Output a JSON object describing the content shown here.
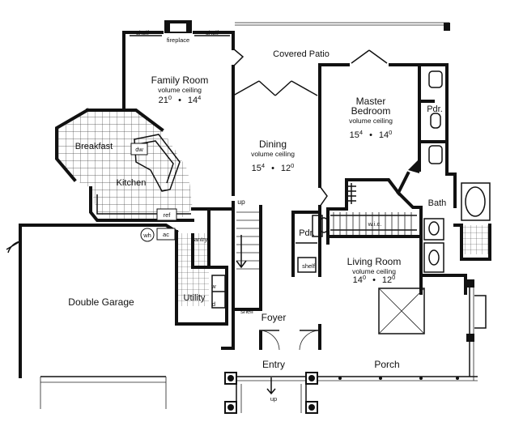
{
  "rooms": {
    "covered_patio": "Covered Patio",
    "fireplace": "fireplace",
    "shelf_left": "shelf",
    "shelf_right": "shelf",
    "family_room": {
      "name": "Family Room",
      "ceiling": "volume ceiling",
      "dim_a": "21",
      "dim_a_sup": "0",
      "dim_b": "14",
      "dim_b_sup": "4"
    },
    "master_bedroom": {
      "name_line1": "Master",
      "name_line2": "Bedroom",
      "ceiling": "volume ceiling",
      "dim_a": "15",
      "dim_a_sup": "4",
      "dim_b": "14",
      "dim_b_sup": "0"
    },
    "pdr_upper": "Pdr.",
    "dining": {
      "name": "Dining",
      "ceiling": "volume ceiling",
      "dim_a": "15",
      "dim_a_sup": "4",
      "dim_b": "12",
      "dim_b_sup": "0"
    },
    "breakfast": "Breakfast",
    "dw": "dw",
    "kitchen": "Kitchen",
    "bath": "Bath",
    "wic": "w.i.c.",
    "ref": "ref",
    "wh": "wh",
    "ac": "ac",
    "pantry": "pantry",
    "up_stair": "up",
    "pdr_lower": "Pdr.",
    "shelf_mid": "shelf",
    "living_room": {
      "name": "Living Room",
      "ceiling": "volume ceiling",
      "dim_a": "14",
      "dim_a_sup": "0",
      "dim_b": "12",
      "dim_b_sup": "0"
    },
    "double_garage": "Double Garage",
    "utility": "Utility",
    "w": "w",
    "d": "d",
    "shelf_foyer": "shelf",
    "foyer": "Foyer",
    "entry": "Entry",
    "porch": "Porch",
    "up_entry": "up",
    "separator": "•"
  },
  "colors": {
    "ink": "#111111",
    "paper": "#ffffff",
    "tile": "#444444"
  }
}
